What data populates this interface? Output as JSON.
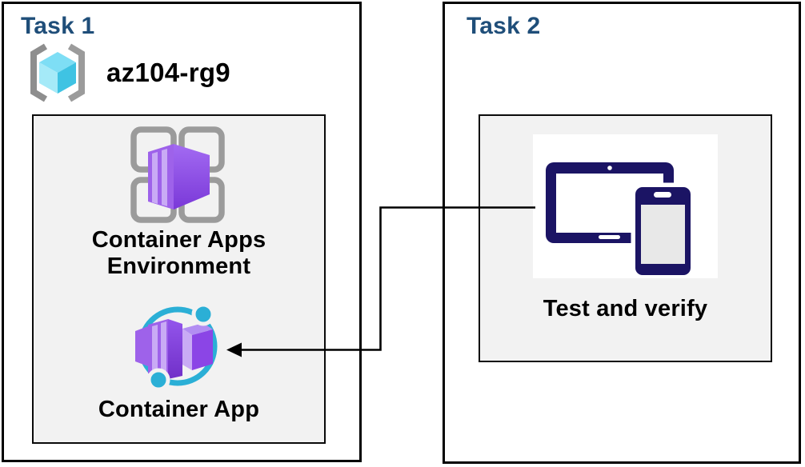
{
  "task1": {
    "title": "Task 1",
    "resource_group_name": "az104-rg9",
    "environment_label": "Container Apps Environment",
    "container_app_label": "Container App"
  },
  "task2": {
    "title": "Task 2",
    "test_label": "Test and verify"
  },
  "icons": {
    "resource_group": "resource-group-icon",
    "environment": "container-apps-environment-icon",
    "container_app": "container-app-icon",
    "devices": "tablet-and-phone-icon"
  },
  "connector": {
    "from": "Test and verify",
    "to": "Container App",
    "style": "elbow-arrow-left"
  },
  "colors": {
    "task_title": "#1F4E79",
    "box_border": "#000000",
    "inner_box_bg": "#F2F2F2",
    "label_text": "#000000",
    "device_navy": "#1B1464",
    "ring_cyan": "#2BAFD6",
    "container_purple": "#8B45E6",
    "container_purple_light": "#C9ABF5",
    "bracket_gray": "#8E8E8E",
    "grid_gray": "#9B9B9B",
    "cube_cyan_dark": "#3FC3E3",
    "cube_cyan_light": "#A5EAF8"
  }
}
